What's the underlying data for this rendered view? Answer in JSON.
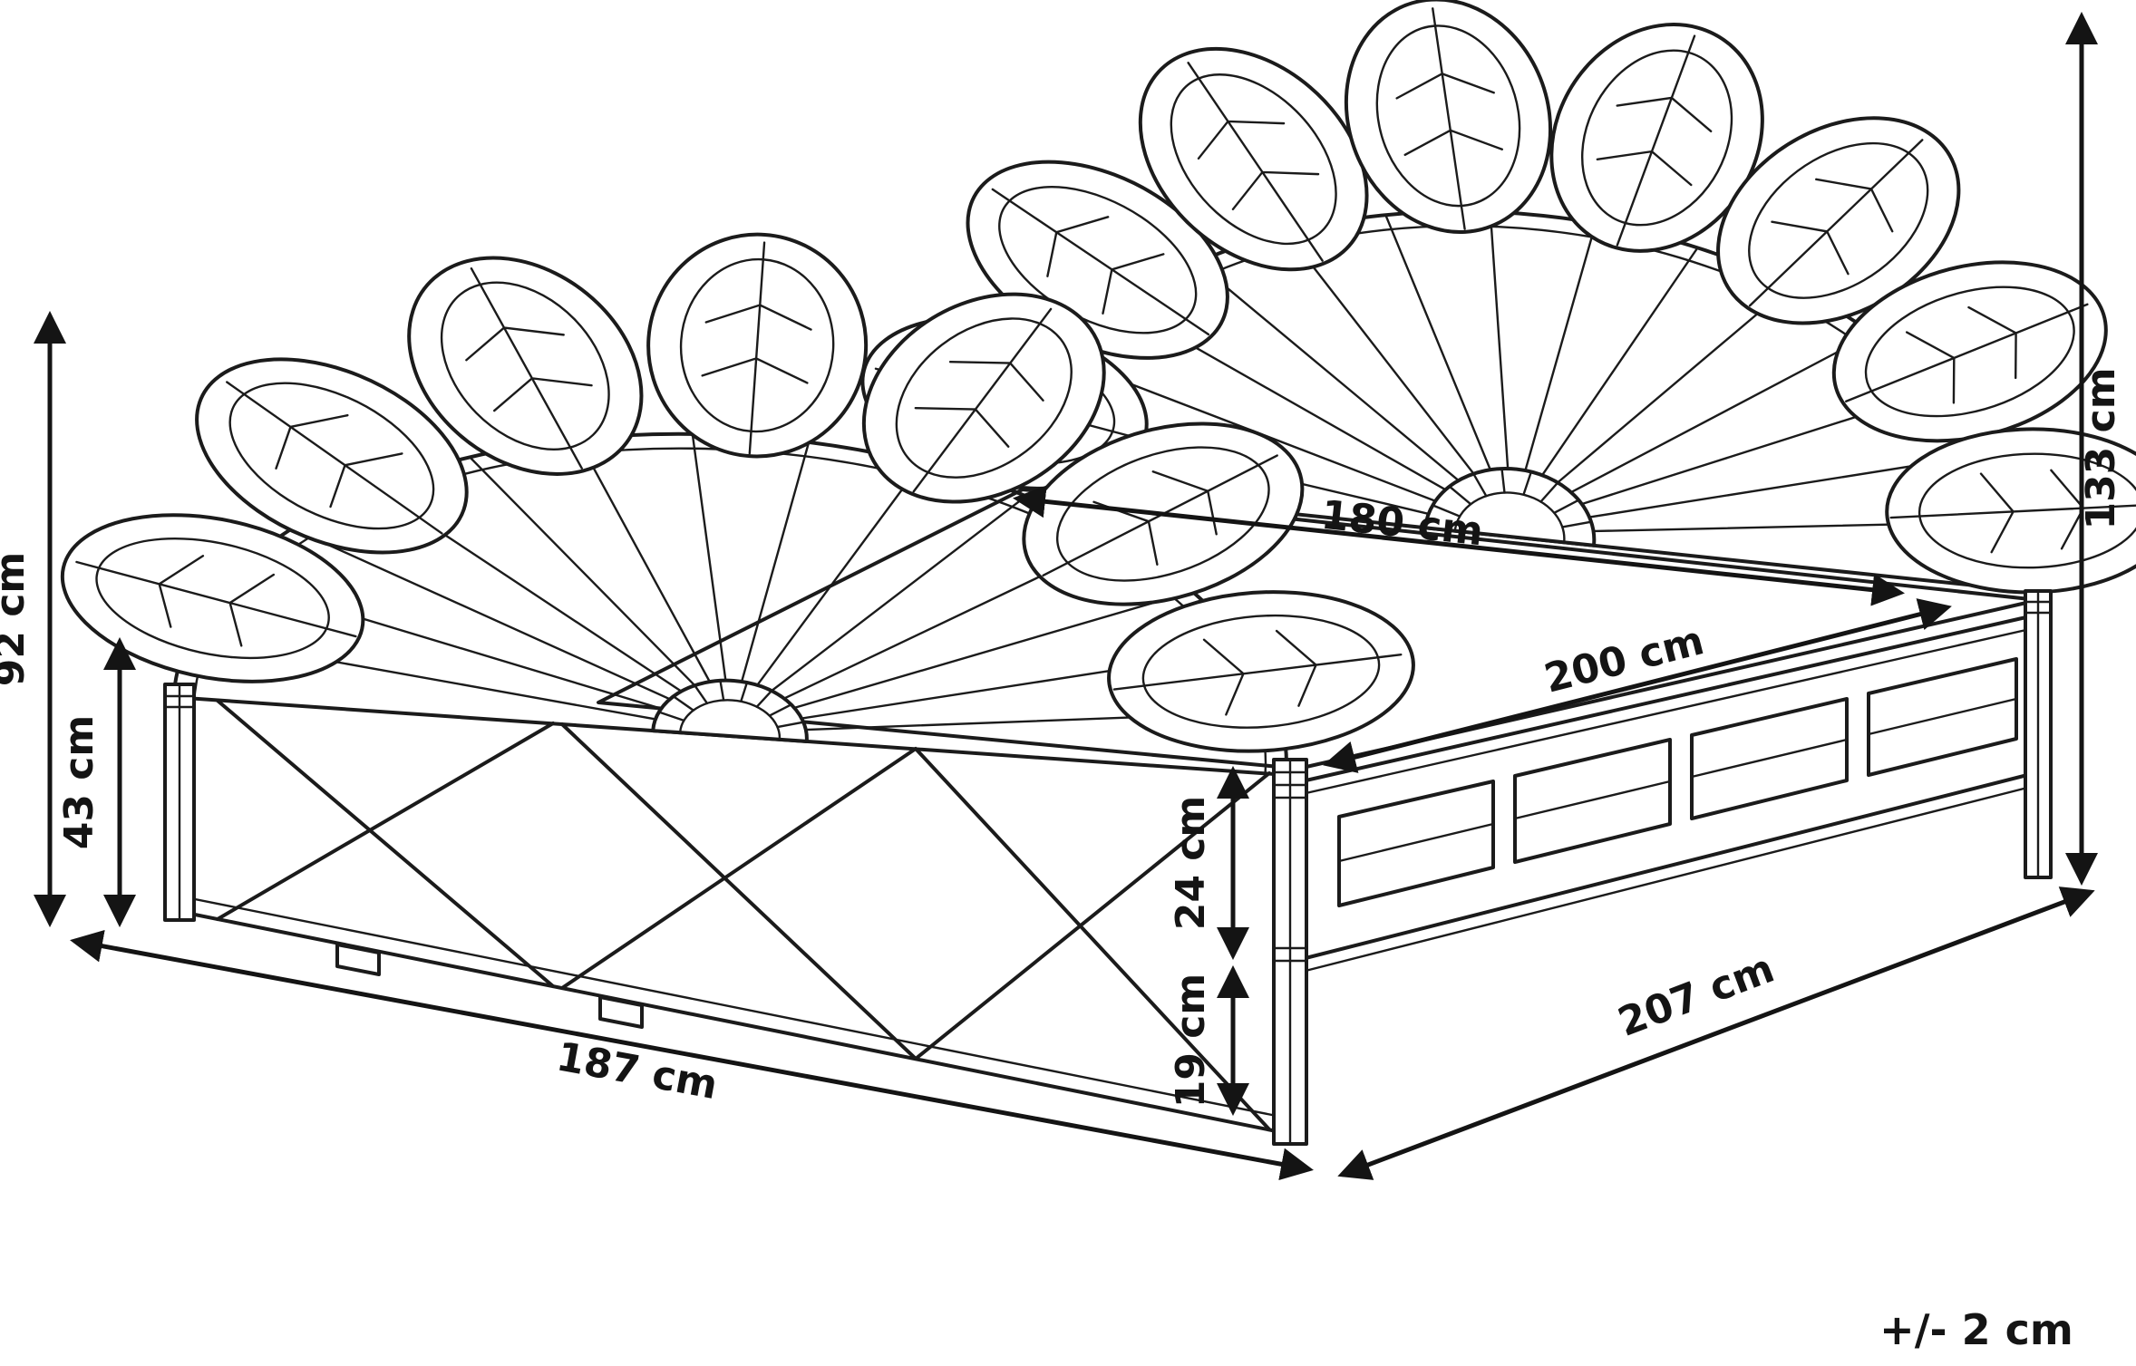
{
  "diagram": {
    "subject": "rattan peacock flower bed - dimensional line drawing",
    "background_color": "#ffffff",
    "line_color": "#1b1b1b",
    "tolerance_note": "+/- 2 cm",
    "dimensions": {
      "footboard_height": "92 cm",
      "frame_height": "43 cm",
      "headboard_height": "133 cm",
      "bed_width": "180 cm",
      "bed_length": "200 cm",
      "rail_height": "24 cm",
      "clearance_height": "19 cm",
      "overall_width": "187 cm",
      "overall_depth": "207 cm"
    }
  }
}
